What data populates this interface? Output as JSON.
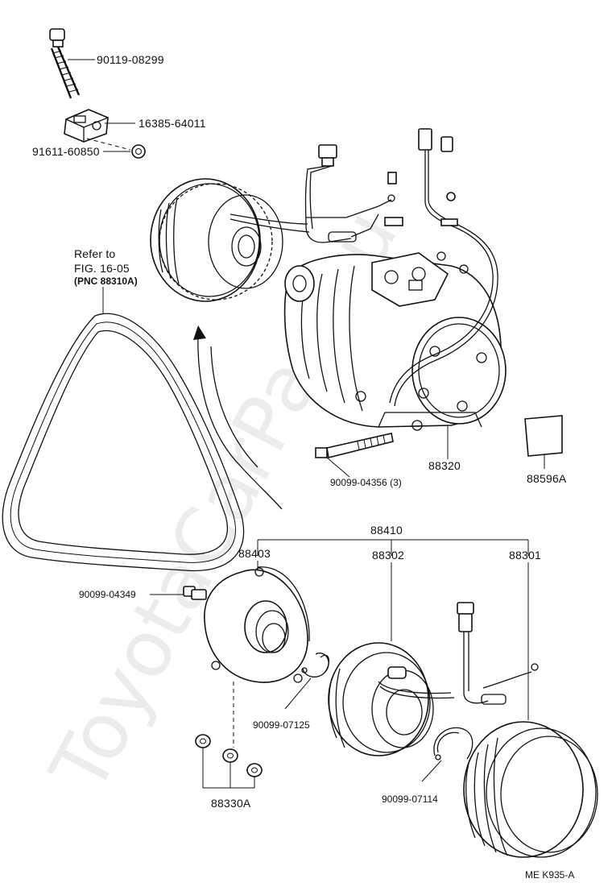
{
  "watermark": "ToyotaCarPart.ru",
  "refer_note": {
    "line1": "Refer to",
    "line2": "FIG. 16-05",
    "line3": "(PNC 88310A)"
  },
  "labels": {
    "bolt_long_top": "90119-08299",
    "bracket": "16385-64011",
    "nut": "91611-60850",
    "compressor": "88320",
    "label_plate": "88596A",
    "compressor_bolt": "90099-04356 (3)",
    "clutch_assy": "88410",
    "hub": "88403",
    "stator": "88302",
    "pulley": "88301",
    "hub_bolt": "90099-04349",
    "snap_ring_1": "90099-07125",
    "snap_ring_2": "90099-07114",
    "shims": "88330A",
    "figure_code": "ME K935-A"
  }
}
